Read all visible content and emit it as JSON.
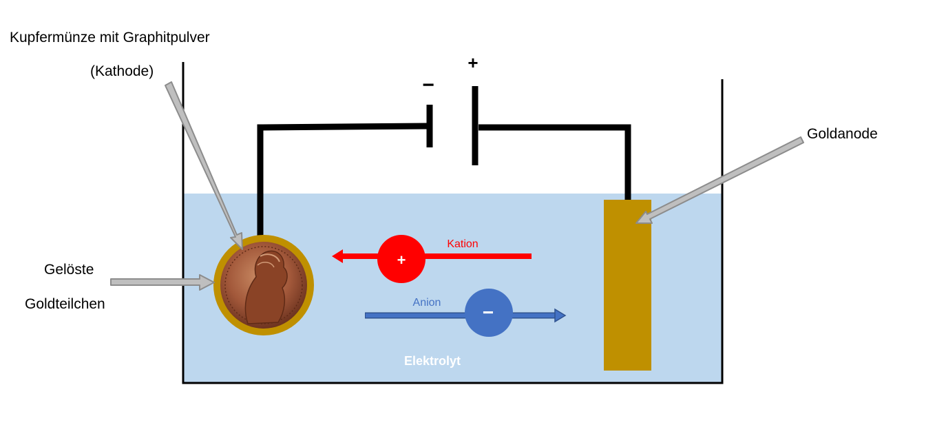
{
  "labels": {
    "cathode_line1": "Kupfermünze mit Graphitpulver",
    "cathode_line2": "(Kathode)",
    "dissolved_line1": "Gelöste",
    "dissolved_line2": "Goldteilchen",
    "anode": "Goldanode",
    "electrolyte": "Elektrolyt",
    "cation": "Kation",
    "anion": "Anion",
    "battery_minus": "−",
    "battery_plus": "+",
    "cation_sign": "+",
    "anion_sign": "−"
  },
  "colors": {
    "electrolyte": "#bdd7ee",
    "gold": "#bf9000",
    "cation": "#ff0000",
    "anion": "#4472c4",
    "pointer_arrow": "#bfbfbf",
    "coin": "#a0522d"
  }
}
